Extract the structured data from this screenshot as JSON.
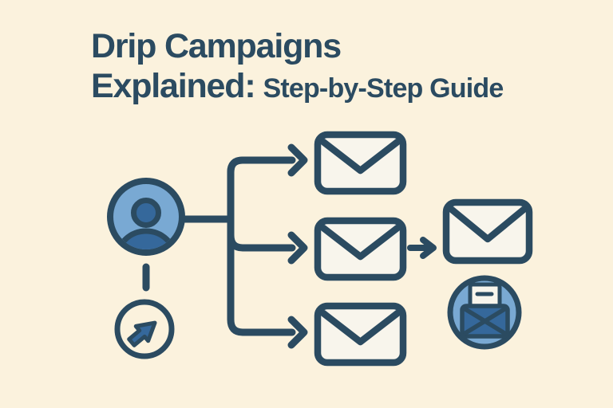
{
  "title": {
    "line1": "Drip Campaigns",
    "line2_emphasis": "Explained:",
    "line2_rest": "Step-by-Step Guide"
  },
  "colors": {
    "bg": "#FBF2DD",
    "ink": "#2B4B61",
    "light": "#79A9D3",
    "mid": "#35689B",
    "paper": "#F8F5EC"
  },
  "diagram": {
    "description": "Flow illustration: a subscriber (user avatar) triggered by a click branches into three drip emails; the middle email leads to a follow-up email and a delivered open-envelope inbox badge.",
    "nodes": [
      {
        "id": "subscriber",
        "icon": "user-icon"
      },
      {
        "id": "trigger-click",
        "icon": "cursor-click-icon"
      },
      {
        "id": "drip-email-1",
        "icon": "envelope-icon"
      },
      {
        "id": "drip-email-2",
        "icon": "envelope-icon"
      },
      {
        "id": "drip-email-3",
        "icon": "envelope-icon"
      },
      {
        "id": "followup-email",
        "icon": "envelope-icon"
      },
      {
        "id": "inbox-delivered",
        "icon": "open-envelope-icon"
      }
    ],
    "edges": [
      {
        "from": "subscriber",
        "to": "drip-email-1",
        "style": "arrow"
      },
      {
        "from": "subscriber",
        "to": "drip-email-2",
        "style": "arrow"
      },
      {
        "from": "subscriber",
        "to": "drip-email-3",
        "style": "arrow"
      },
      {
        "from": "drip-email-2",
        "to": "followup-email",
        "style": "arrow"
      },
      {
        "from": "subscriber",
        "to": "trigger-click",
        "style": "dashed"
      }
    ]
  }
}
